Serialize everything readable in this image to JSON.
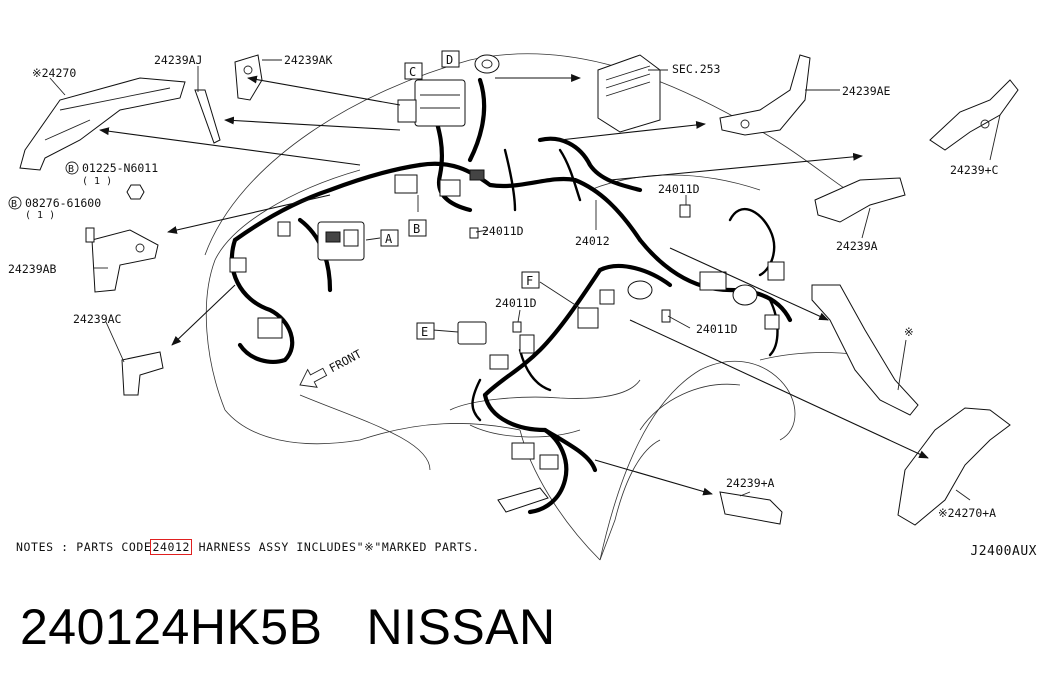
{
  "labels": {
    "p24270": "※24270",
    "p24239AJ": "24239AJ",
    "p24239AK": "24239AK",
    "sec253": "SEC.253",
    "p24239AE": "24239AE",
    "bolt1": "01225-N6011",
    "bolt1_qty": "( 1 )",
    "bolt2": "08276-61600",
    "bolt2_qty": "( 1 )",
    "bolt_marker": "B",
    "p24239C": "24239+C",
    "p24011D_a": "24011D",
    "p24011D_b": "24011D",
    "p24011D_c": "24011D",
    "p24011D_d": "24011D",
    "p24012": "24012",
    "p24239AB": "24239AB",
    "p24239A": "24239A",
    "p24239AC": "24239AC",
    "star": "※",
    "p24239A_plus": "24239+A",
    "p24270A": "※24270+A",
    "front": "FRONT"
  },
  "boxes": {
    "A": "A",
    "B": "B",
    "C": "C",
    "D": "D",
    "E": "E",
    "F": "F"
  },
  "notes": {
    "prefix": "NOTES : PARTS CODE",
    "code": "24012",
    "suffix": " HARNESS ASSY INCLUDES\"※\"MARKED PARTS."
  },
  "diagram_id": "J2400AUX",
  "part_number": "240124HK5B",
  "brand": "NISSAN"
}
